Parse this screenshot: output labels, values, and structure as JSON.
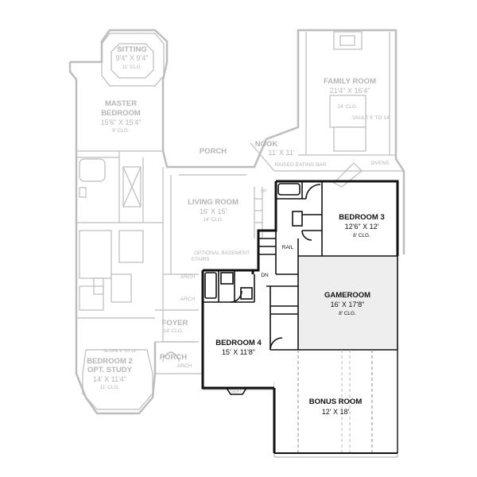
{
  "first_floor": {
    "sitting": {
      "name": "SITTING",
      "dims": "9'4\" X 9'4\"",
      "note": "11' CLG."
    },
    "master_bedroom": {
      "name": "MASTER",
      "name2": "BEDROOM",
      "dims": "15'6\" X 15'4\"",
      "note": "9' CLG."
    },
    "family_room": {
      "name": "FAMILY ROOM",
      "dims": "21'4\" X 16'4\"",
      "note": "14' CLG.",
      "vault": "VAULT 9' TO 14'"
    },
    "porch_top": {
      "name": "PORCH"
    },
    "nook": {
      "name": "NOOK",
      "dims": "11' X 11'"
    },
    "eating_bar": {
      "label": "RAISED EATING BAR"
    },
    "ovens": {
      "label": "OVENS"
    },
    "living_room": {
      "name": "LIVING ROOM",
      "dims": "16' X 15'",
      "note": "14' CLG."
    },
    "basement_stairs": {
      "line1": "OPTIONAL BASEMENT",
      "line2": "STAIRS"
    },
    "up_label": "UP",
    "arch_labels": [
      "ARCH",
      "ARCH",
      "ARCH"
    ],
    "foyer": {
      "name": "FOYER",
      "note": "14' CLG."
    },
    "porch_bottom": {
      "name": "PORCH"
    },
    "bedroom2": {
      "name": "BEDROOM 2",
      "name2": "OPT. STUDY",
      "dims": "14' X 11'4\"",
      "note": "11' CLG.",
      "slope": "SLOPE 9' TO 11'"
    }
  },
  "second_floor": {
    "bedroom3": {
      "name": "BEDROOM 3",
      "dims": "12'6\" X 12'",
      "note": "8' CLG."
    },
    "gameroom": {
      "name": "GAMEROOM",
      "dims": "16' X 17'8\"",
      "note": "8' CLG."
    },
    "bedroom4": {
      "name": "BEDROOM 4",
      "dims": "15' X 11'8\""
    },
    "bonus_room": {
      "name": "BONUS ROOM",
      "dims": "12' X 18'"
    },
    "rail_label": "RAIL",
    "dn_label": "DN",
    "seat_label": "SEAT"
  }
}
